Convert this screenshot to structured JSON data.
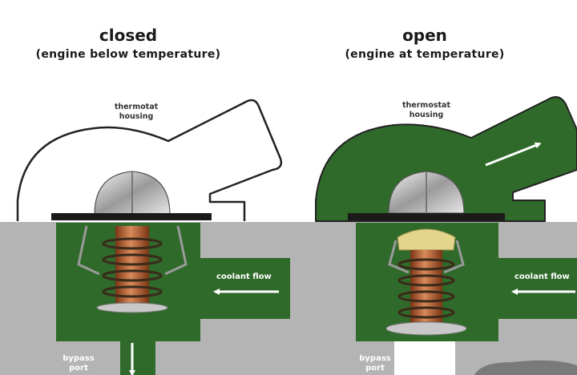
{
  "panels": {
    "closed": {
      "state_label": "closed",
      "subtitle": "(engine below temperature)",
      "housing_label": [
        "thermotat",
        "housing"
      ],
      "coolant_flow_label": "coolant flow",
      "bypass_label": [
        "bypass",
        "port"
      ]
    },
    "open": {
      "state_label": "open",
      "subtitle": "(engine at temperature)",
      "housing_label": [
        "thermostat",
        "housing"
      ],
      "coolant_flow_label": "coolant flow",
      "bypass_label": [
        "bypass",
        "port"
      ]
    }
  },
  "colors": {
    "coolant": "#2f6a2a",
    "engine_block": "#b4b4b4",
    "housing_outline": "#222222",
    "spring_copper": "#b8602e",
    "wax_pellet": "#e4d58c",
    "valve_steel": "#c8c8c8"
  }
}
